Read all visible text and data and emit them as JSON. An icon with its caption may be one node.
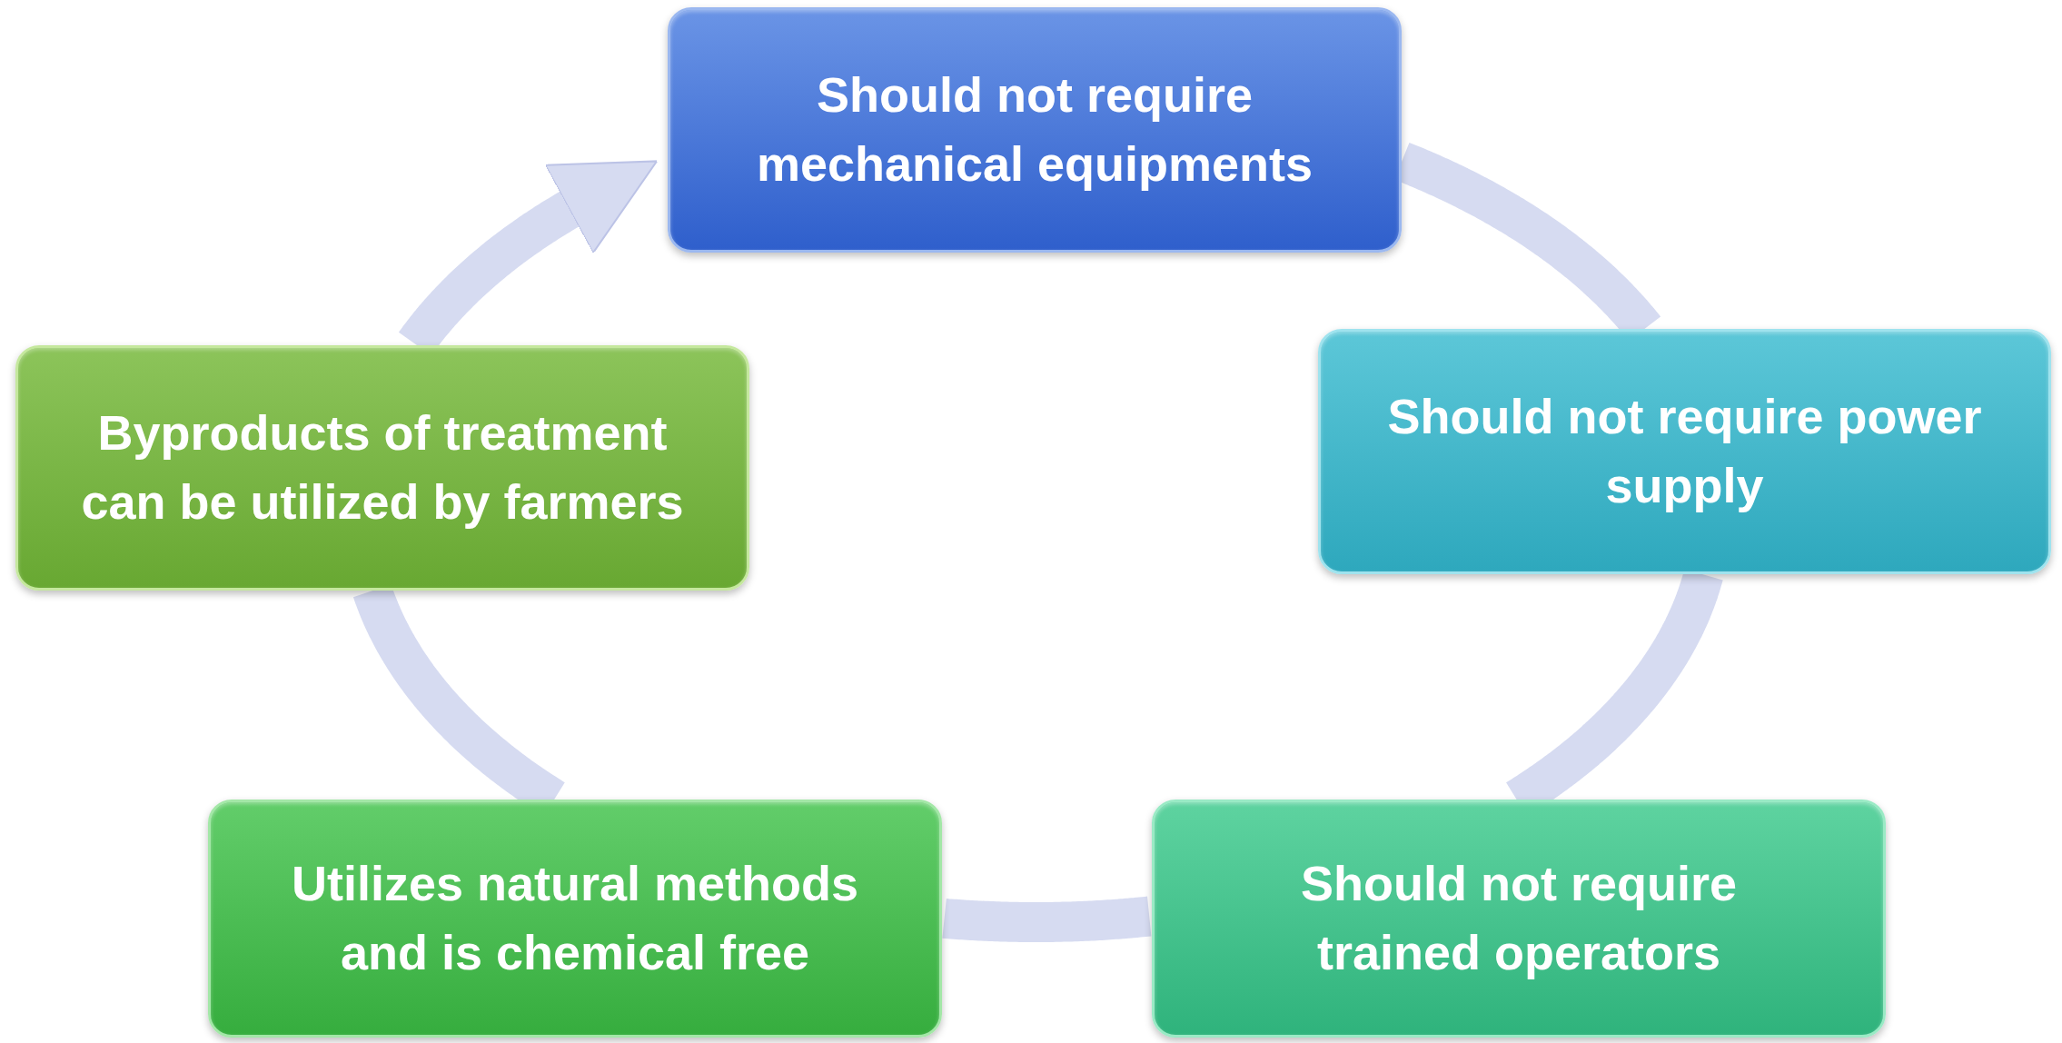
{
  "diagram": {
    "nodes": [
      {
        "text": [
          "Should not require mechanical equipments"
        ]
      },
      {
        "text": [
          "Should not require power supply"
        ]
      },
      {
        "text": [
          "Should not require trained operators"
        ]
      },
      {
        "text": [
          "Utilizes natural methods and is chemical free"
        ]
      },
      {
        "text": [
          "Byproducts of treatment can be utilized by farmers"
        ]
      }
    ],
    "edges": [
      {
        "from": 0,
        "to": 1,
        "arrow": "none"
      },
      {
        "from": 1,
        "to": 2,
        "arrow": "none"
      },
      {
        "from": 2,
        "to": 3,
        "arrow": "none"
      },
      {
        "from": 3,
        "to": 4,
        "arrow": "none"
      },
      {
        "from": 4,
        "to": 0,
        "arrow": "to"
      }
    ]
  }
}
